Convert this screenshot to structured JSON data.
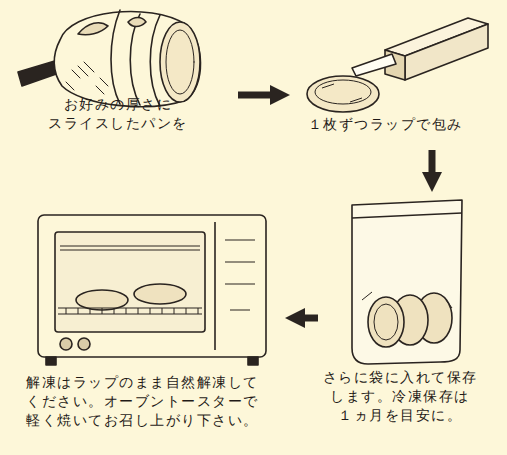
{
  "diagram": {
    "nodes": [
      {
        "text": [
          "お好みの厚さに スライスしたパンを"
        ]
      },
      {
        "text": [
          "１枚ずつラップで包み"
        ]
      },
      {
        "text": [
          "さらに袋に入れて保存 します。冷凍保存は １ヵ月を目安に。"
        ]
      },
      {
        "text": [
          "解凍はラップのまま自然解凍して ください。オーブントースターで 軽く焼いてお召し上がり下さい。"
        ]
      }
    ],
    "edges": [
      {
        "from": 0,
        "to": 1,
        "arrow": "to"
      },
      {
        "from": 1,
        "to": 2,
        "arrow": "to"
      },
      {
        "from": 2,
        "to": 3,
        "arrow": "to"
      }
    ]
  }
}
